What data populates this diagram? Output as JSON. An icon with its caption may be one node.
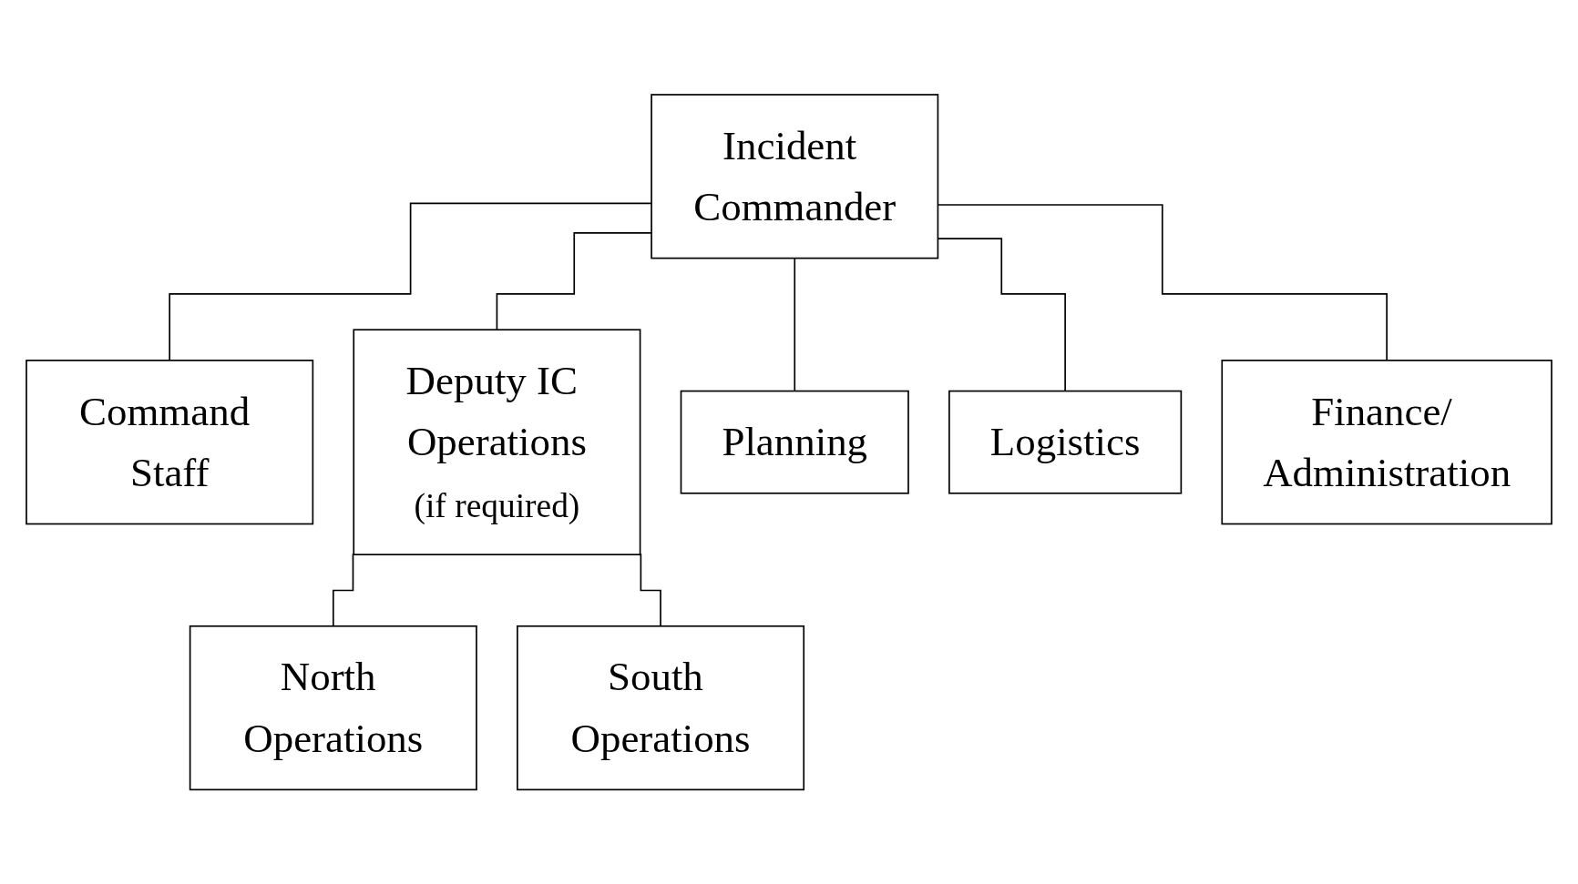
{
  "diagram": {
    "nodes": [
      {
        "text": [
          "Incident Commander"
        ]
      },
      {
        "text": [
          "Command Staff"
        ]
      },
      {
        "text": [
          "Deputy IC Operations",
          "(if required)"
        ]
      },
      {
        "text": [
          "North Operations"
        ]
      },
      {
        "text": [
          "South Operations"
        ]
      },
      {
        "text": [
          "Planning"
        ]
      },
      {
        "text": [
          "Logistics"
        ]
      },
      {
        "text": [
          "Finance/ Administration"
        ]
      }
    ],
    "edges": [
      {
        "from": 0,
        "to": 1,
        "arrow": "none"
      },
      {
        "from": 0,
        "to": 2,
        "arrow": "none"
      },
      {
        "from": 0,
        "to": 5,
        "arrow": "none"
      },
      {
        "from": 0,
        "to": 6,
        "arrow": "none"
      },
      {
        "from": 0,
        "to": 7,
        "arrow": "none"
      },
      {
        "from": 2,
        "to": 3,
        "arrow": "none"
      },
      {
        "from": 2,
        "to": 4,
        "arrow": "none"
      }
    ]
  }
}
